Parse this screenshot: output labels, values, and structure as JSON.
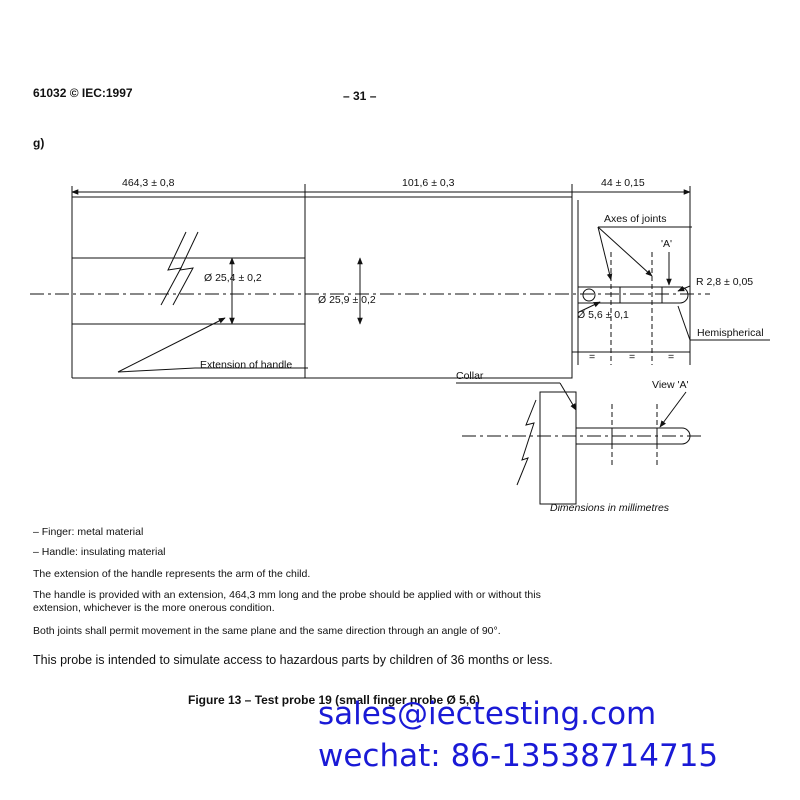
{
  "header": {
    "standard_ref": "61032 © IEC:1997",
    "page_number": "– 31 –"
  },
  "figure": {
    "item_label": "g)",
    "dim_extension_length": "464,3 ± 0,8",
    "dim_handle_length": "101,6 ± 0,3",
    "dim_finger_length": "44 ± 0,15",
    "dia_extension": "Ø 25,4 ± 0,2",
    "dia_handle": "Ø 25,9 ± 0,2",
    "dia_finger": "Ø 5,6 ± 0,1",
    "tip_radius": "R 2,8 ± 0,05",
    "label_axes_of_joints": "Axes of joints",
    "label_view_marker": "'A'",
    "label_hemispherical": "Hemispherical",
    "label_extension_of_handle": "Extension of handle",
    "label_collar": "Collar",
    "label_view_a": "View 'A'",
    "units_note": "Dimensions in millimetres",
    "segment_marks": [
      "=",
      "=",
      "="
    ]
  },
  "notes": [
    "– Finger: metal material",
    "– Handle: insulating material",
    "The extension of the handle represents the arm of the child.",
    "The handle is provided with an extension, 464,3 mm long and the probe should be applied with or without this",
    "extension, whichever is the more onerous condition.",
    "Both joints shall permit movement in the same plane and the same direction through an angle of 90°."
  ],
  "purpose_statement": "This probe is intended to simulate access to hazardous parts by children of 36 months or less.",
  "caption": "Figure 13 – Test probe 19 (small finger probe Ø 5,6)",
  "watermark": {
    "email": "sales@iectesting.com",
    "wechat": "wechat: 86-13538714715",
    "color": "#1a1ad6"
  }
}
